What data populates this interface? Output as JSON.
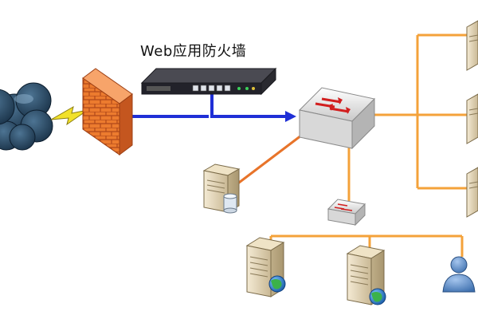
{
  "diagram": {
    "waf_label": "Web应用防火墙",
    "nodes": [
      {
        "id": "internet",
        "icon": "cloud-icon"
      },
      {
        "id": "lightning",
        "icon": "lightning-icon"
      },
      {
        "id": "firewall",
        "icon": "brick-firewall-icon"
      },
      {
        "id": "waf",
        "icon": "rack-appliance-icon"
      },
      {
        "id": "core-switch",
        "icon": "switch-icon"
      },
      {
        "id": "access-switch",
        "icon": "switch-icon"
      },
      {
        "id": "db-server",
        "icon": "database-server-icon"
      },
      {
        "id": "web-server-1",
        "icon": "web-server-icon"
      },
      {
        "id": "web-server-2",
        "icon": "web-server-icon"
      },
      {
        "id": "user",
        "icon": "user-icon"
      },
      {
        "id": "right-server-1",
        "icon": "server-icon"
      },
      {
        "id": "right-server-2",
        "icon": "server-icon"
      },
      {
        "id": "right-server-3",
        "icon": "server-icon"
      }
    ],
    "colors": {
      "wan_link": "#1f2fd6",
      "lan_link": "#f4a23a",
      "firewall": "#e8742a",
      "cloud": "#2f4f6a",
      "lightning": "#f2e12a"
    }
  }
}
